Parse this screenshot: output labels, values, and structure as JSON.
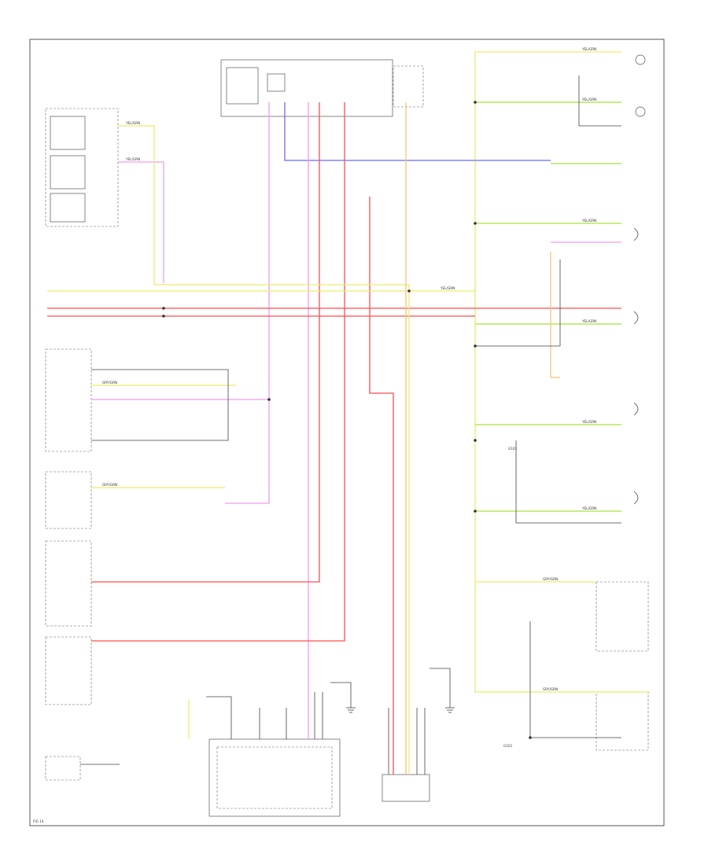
{
  "colors": {
    "yellow": "#ecec6e",
    "green": "#a6e23a",
    "red": "#ff4d4d",
    "pink": "#f29bf2",
    "blue": "#6a6af2",
    "orange": "#f3c77a",
    "gray": "#8a8a8a",
    "black": "#3a3a3a"
  },
  "labels": {
    "wire": "YEL/GRN",
    "wire_alt": "GRY/GRN",
    "ground": "G101",
    "footer": "FIG 14"
  }
}
